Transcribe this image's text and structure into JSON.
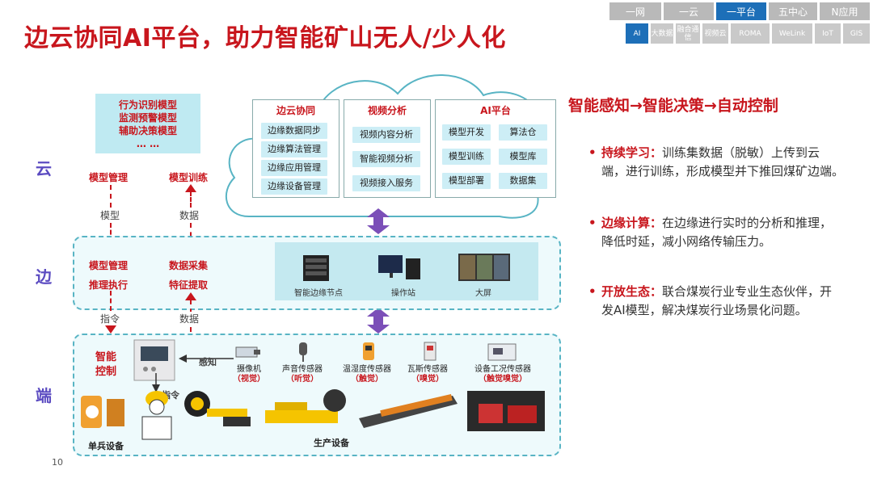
{
  "title": "边云协同AI平台，助力智能矿山无人/少人化",
  "nav": {
    "top": [
      {
        "label": "一网",
        "active": false
      },
      {
        "label": "一云",
        "active": false
      },
      {
        "label": "一平台",
        "active": true
      },
      {
        "label": "五中心",
        "active": false
      },
      {
        "label": "N应用",
        "active": false
      }
    ],
    "sub": [
      {
        "label": "AI",
        "active": true
      },
      {
        "label": "大数据",
        "active": false
      },
      {
        "label": "融合通信",
        "active": false
      },
      {
        "label": "视频云",
        "active": false
      },
      {
        "label": "ROMA",
        "active": false
      },
      {
        "label": "WeLink",
        "active": false
      },
      {
        "label": "IoT",
        "active": false
      },
      {
        "label": "GIS",
        "active": false
      }
    ]
  },
  "tiers": {
    "cloud": "云",
    "edge": "边",
    "end": "端"
  },
  "model_box": {
    "lines": [
      "行为识别模型",
      "监测预警模型",
      "辅助决策模型",
      "… …"
    ]
  },
  "cloud_side": {
    "left_top": "模型管理",
    "right_top": "模型训练",
    "left_mid": "模型",
    "right_mid": "数据",
    "left_edge": [
      "模型管理",
      "推理执行"
    ],
    "right_edge": [
      "数据采集",
      "特征提取"
    ],
    "left_low": "指令",
    "right_low": "数据"
  },
  "cloud": {
    "groups": [
      {
        "title": "边云协同",
        "items": [
          "边缘数据同步",
          "边缘算法管理",
          "边缘应用管理",
          "边缘设备管理"
        ]
      },
      {
        "title": "视频分析",
        "items": [
          "视频内容分析",
          "智能视频分析",
          "视频接入服务"
        ]
      },
      {
        "title": "AI平台",
        "items": [
          "模型开发",
          "算法仓",
          "模型训练",
          "模型库",
          "模型部署",
          "数据集"
        ]
      }
    ]
  },
  "edge_devices": [
    "智能边缘节点",
    "操作站",
    "大屏"
  ],
  "end": {
    "smart_control": [
      "智能",
      "控制"
    ],
    "sense": "感知",
    "command": "指令",
    "sensors": [
      {
        "name": "摄像机",
        "sense": "（视觉）"
      },
      {
        "name": "声音传感器",
        "sense": "（听觉）"
      },
      {
        "name": "温湿度传感器",
        "sense": "（触觉）"
      },
      {
        "name": "瓦斯传感器",
        "sense": "（嗅觉）"
      },
      {
        "name": "设备工况传感器",
        "sense": "（触觉嗅觉）"
      }
    ],
    "individual": "单兵设备",
    "production": "生产设备"
  },
  "right": {
    "title": "智能感知→智能决策→自动控制",
    "bullets": [
      {
        "head": "持续学习：",
        "text": "训练集数据（脱敏）上传到云端，进行训练，形成模型并下推回煤矿边端。"
      },
      {
        "head": "边缘计算：",
        "text": "在边缘进行实时的分析和推理，降低时延，减小网络传输压力。"
      },
      {
        "head": "开放生态：",
        "text": "联合煤炭行业专业生态伙伴，开发AI模型，解决煤炭行业场景化问题。"
      }
    ]
  },
  "page_number": "10",
  "colors": {
    "accent": "#c8161d",
    "brand_blue": "#1d6fb8",
    "tier_purple": "#5b4bc1"
  }
}
